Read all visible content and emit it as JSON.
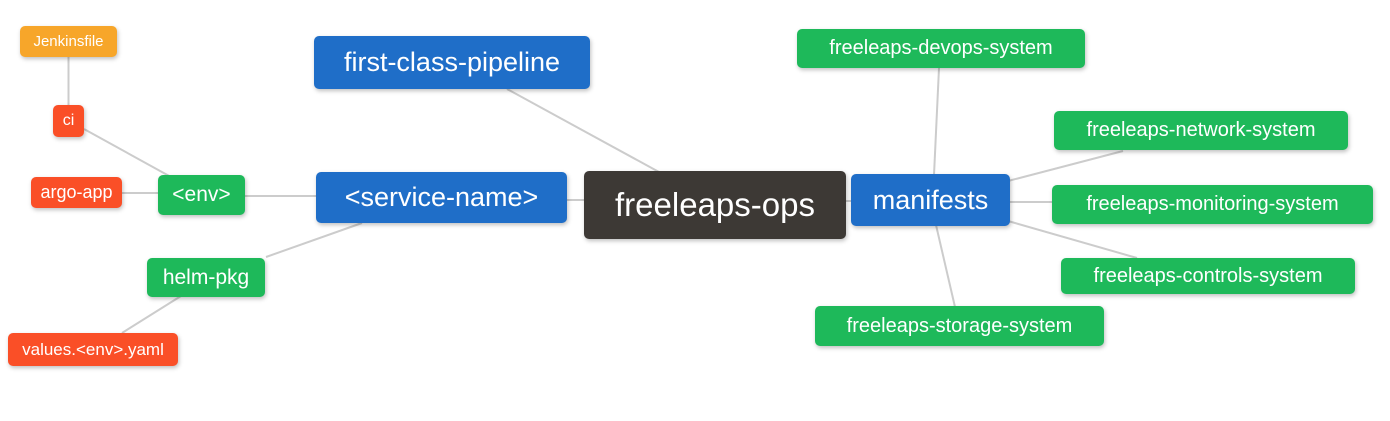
{
  "diagram": {
    "type": "mindmap",
    "background": "#ffffff",
    "edge_color": "#cccccc",
    "palette": {
      "blue": "#1f6ec8",
      "green": "#1eb95a",
      "red": "#fa4f27",
      "orange": "#f7a62a",
      "dark": "#3d3935"
    },
    "nodes": {
      "jenkinsfile": {
        "label": "Jenkinsfile",
        "color": "#f7a62a"
      },
      "ci": {
        "label": "ci",
        "color": "#fa4f27"
      },
      "argo_app": {
        "label": "argo-app",
        "color": "#fa4f27"
      },
      "env": {
        "label": "<env>",
        "color": "#1eb95a"
      },
      "helm_pkg": {
        "label": "helm-pkg",
        "color": "#1eb95a"
      },
      "values_env_yaml": {
        "label": "values.<env>.yaml",
        "color": "#fa4f27"
      },
      "first_class_pipeline": {
        "label": "first-class-pipeline",
        "color": "#1f6ec8"
      },
      "service_name": {
        "label": "<service-name>",
        "color": "#1f6ec8"
      },
      "freeleaps_ops": {
        "label": "freeleaps-ops",
        "color": "#3d3935"
      },
      "manifests": {
        "label": "manifests",
        "color": "#1f6ec8"
      },
      "devops_system": {
        "label": "freeleaps-devops-system",
        "color": "#1eb95a"
      },
      "network_system": {
        "label": "freeleaps-network-system",
        "color": "#1eb95a"
      },
      "monitoring_system": {
        "label": "freeleaps-monitoring-system",
        "color": "#1eb95a"
      },
      "controls_system": {
        "label": "freeleaps-controls-system",
        "color": "#1eb95a"
      },
      "storage_system": {
        "label": "freeleaps-storage-system",
        "color": "#1eb95a"
      }
    },
    "edges": [
      {
        "from": "jenkinsfile",
        "to": "ci"
      },
      {
        "from": "ci",
        "to": "env"
      },
      {
        "from": "argo_app",
        "to": "env"
      },
      {
        "from": "env",
        "to": "service_name"
      },
      {
        "from": "helm_pkg",
        "to": "service_name"
      },
      {
        "from": "values_env_yaml",
        "to": "helm_pkg"
      },
      {
        "from": "first_class_pipeline",
        "to": "freeleaps_ops"
      },
      {
        "from": "service_name",
        "to": "freeleaps_ops"
      },
      {
        "from": "freeleaps_ops",
        "to": "manifests"
      },
      {
        "from": "manifests",
        "to": "devops_system"
      },
      {
        "from": "manifests",
        "to": "network_system"
      },
      {
        "from": "manifests",
        "to": "monitoring_system"
      },
      {
        "from": "manifests",
        "to": "controls_system"
      },
      {
        "from": "manifests",
        "to": "storage_system"
      }
    ]
  }
}
